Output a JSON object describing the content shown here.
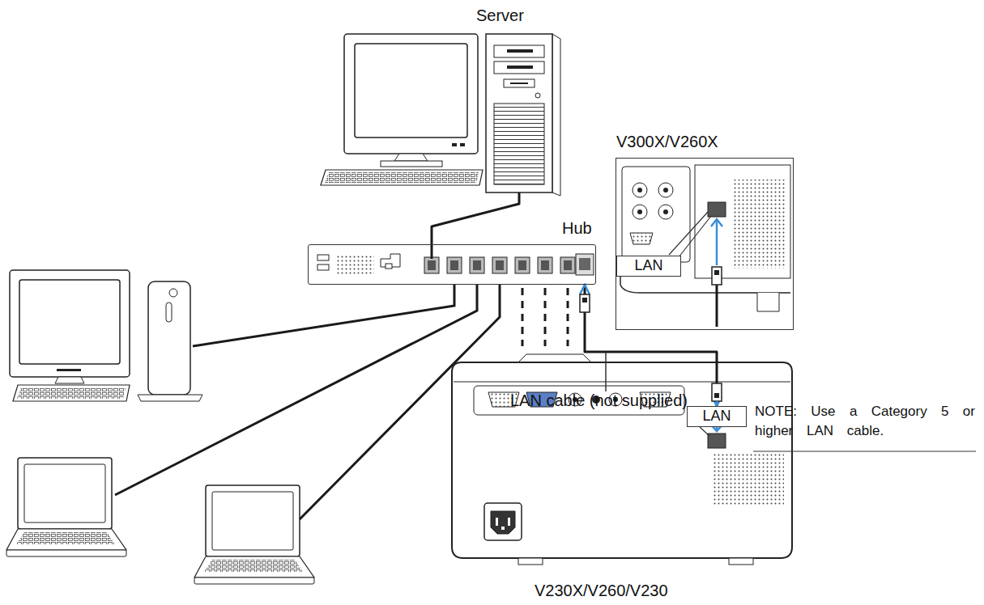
{
  "diagram": {
    "nodes": [
      {
        "text": [
          "Server"
        ]
      },
      {
        "text": [
          "V300X/V260X"
        ]
      },
      {
        "text": [
          "LAN"
        ],
        "in": 1
      },
      {
        "text": [
          "Hub"
        ]
      },
      {
        "text": [
          "V230X/V260/V230"
        ]
      },
      {
        "text": [
          "LAN"
        ],
        "in": 4
      }
    ],
    "edges": [
      {
        "from": 0,
        "to": 3,
        "arrow": "none"
      },
      {
        "from": 3,
        "to": 5,
        "label": "LAN cable (not supplied)",
        "arrow": "both"
      }
    ],
    "labels": [
      "NOTE: Use a Category 5 or higher LAN cable."
    ]
  }
}
